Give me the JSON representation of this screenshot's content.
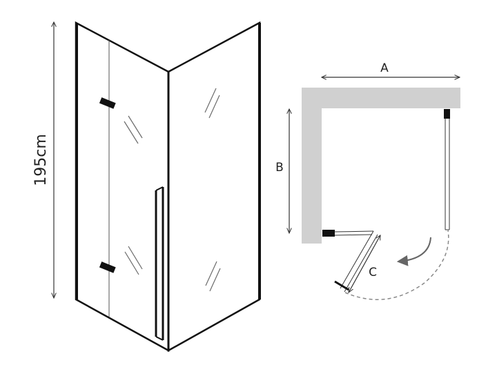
{
  "cabin": {
    "height_label": "195cm"
  },
  "plan": {
    "label_a": "A",
    "label_b": "B",
    "label_c": "C"
  },
  "colors": {
    "frame": "#111111",
    "wall": "#d0d0d0",
    "glass_reflection": "#6a6a6a",
    "dashed_arc": "#888888",
    "dimension_line": "#333333"
  }
}
